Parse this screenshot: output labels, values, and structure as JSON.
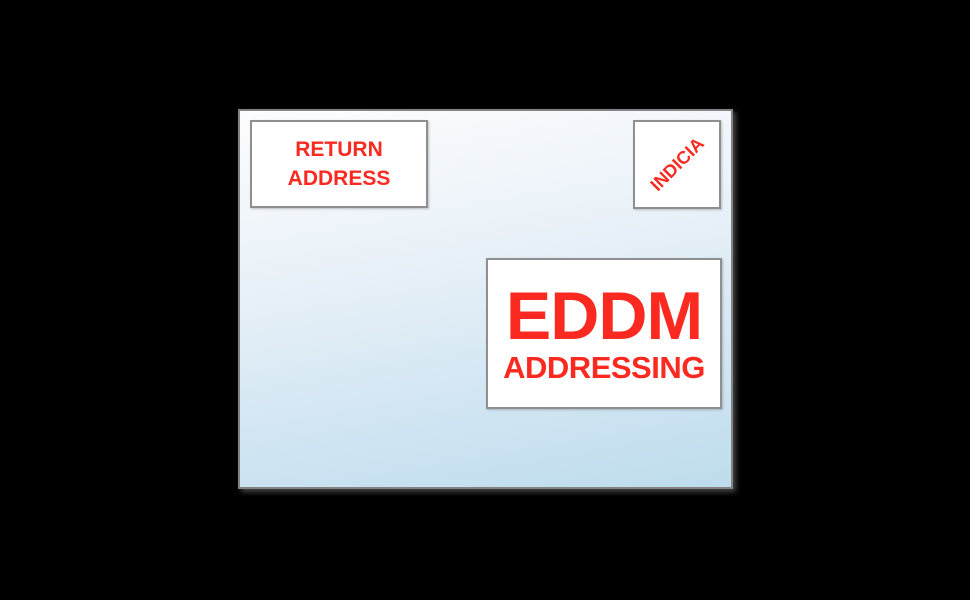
{
  "canvas": {
    "background_color": "#000000"
  },
  "envelope": {
    "description": "EDDM mail piece layout diagram",
    "border_color": "#838383",
    "gradient_top_color": "#fcfdfe",
    "gradient_bottom_color": "#bedcee"
  },
  "labels": {
    "return_address": {
      "line1": "RETURN",
      "line2": "ADDRESS"
    },
    "indicia": {
      "text": "INDICIA",
      "rotation_deg": -45
    },
    "eddm": {
      "line1": "EDDM",
      "line2": "ADDRESSING"
    }
  },
  "colors": {
    "label_text": "#fa2a21",
    "label_box_background": "#ffffff",
    "label_box_border": "#8f8f8f"
  }
}
